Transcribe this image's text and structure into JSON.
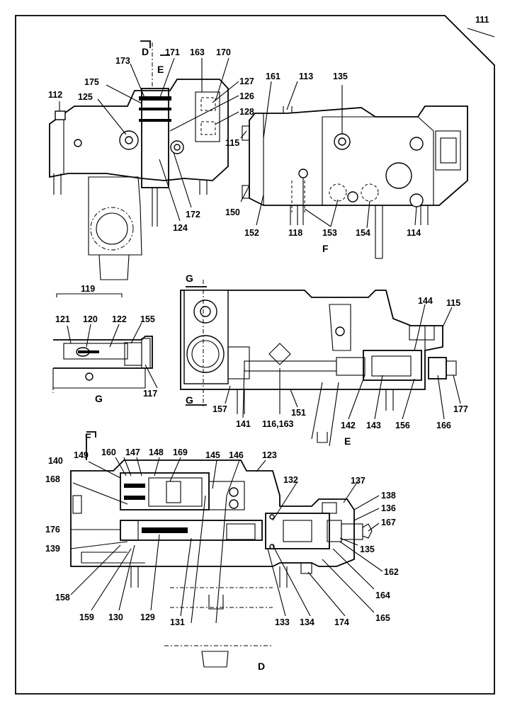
{
  "drawing": {
    "page_number": "111",
    "section_markers": [
      "D",
      "E",
      "F",
      "G"
    ],
    "views": {
      "top_left": {
        "labels": [
          "112",
          "125",
          "175",
          "173",
          "171",
          "163",
          "170",
          "127",
          "126",
          "128",
          "124",
          "172"
        ],
        "section_marks": [
          "D",
          "E"
        ]
      },
      "top_right": {
        "labels": [
          "113",
          "135",
          "161",
          "115",
          "150",
          "152",
          "118",
          "153",
          "154",
          "114"
        ],
        "caption": "F"
      },
      "section_g": {
        "labels": [
          "119",
          "121",
          "120",
          "122",
          "155",
          "117"
        ],
        "caption": "G"
      },
      "section_e": {
        "labels": [
          "115",
          "144",
          "157",
          "141",
          "116,163",
          "151",
          "142",
          "143",
          "156",
          "166",
          "177"
        ],
        "caption": "E",
        "section_mark": "G"
      },
      "bottom": {
        "labels": [
          "140",
          "149",
          "160",
          "147",
          "148",
          "169",
          "145",
          "146",
          "123",
          "168",
          "132",
          "137",
          "138",
          "136",
          "167",
          "176",
          "139",
          "135",
          "162",
          "164",
          "165",
          "174",
          "134",
          "133",
          "131",
          "129",
          "130",
          "159",
          "158"
        ],
        "caption": "D",
        "section_mark": "F"
      }
    }
  }
}
